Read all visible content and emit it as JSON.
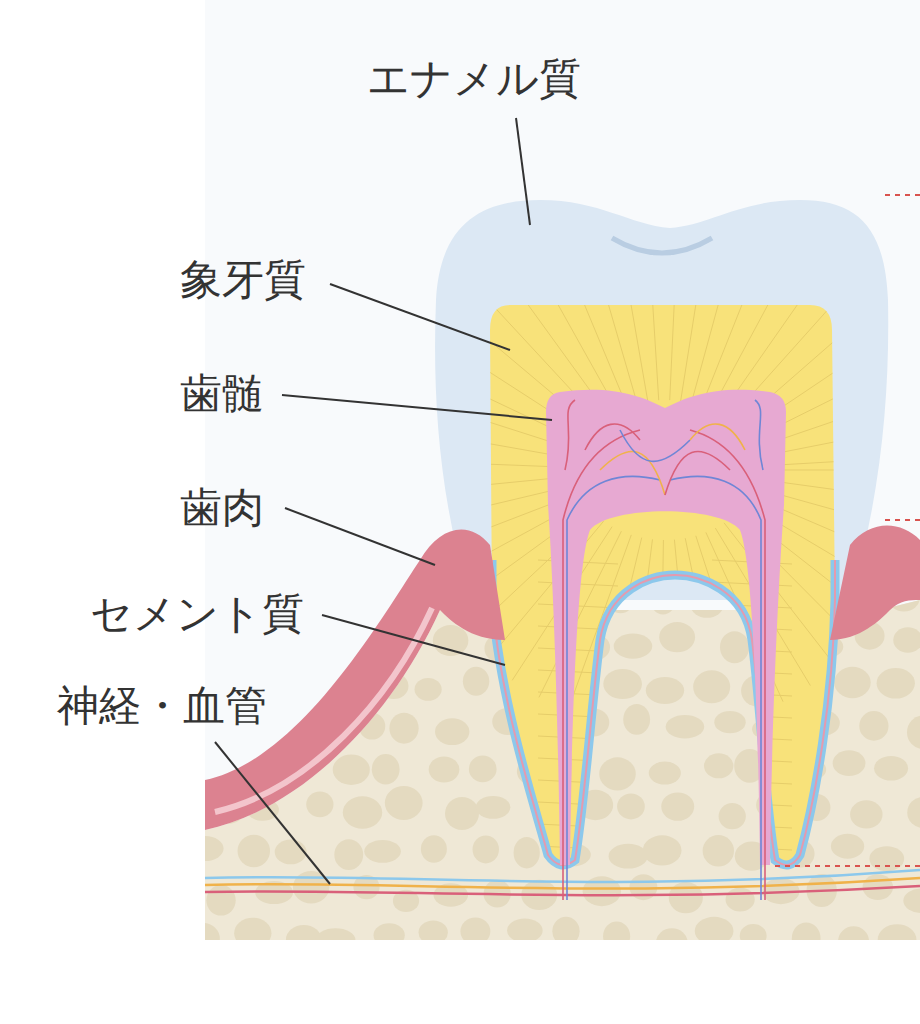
{
  "diagram": {
    "labels": [
      "エナメル質",
      "象牙質",
      "歯髄",
      "歯肉",
      "セメント質",
      "神経・血管"
    ]
  }
}
